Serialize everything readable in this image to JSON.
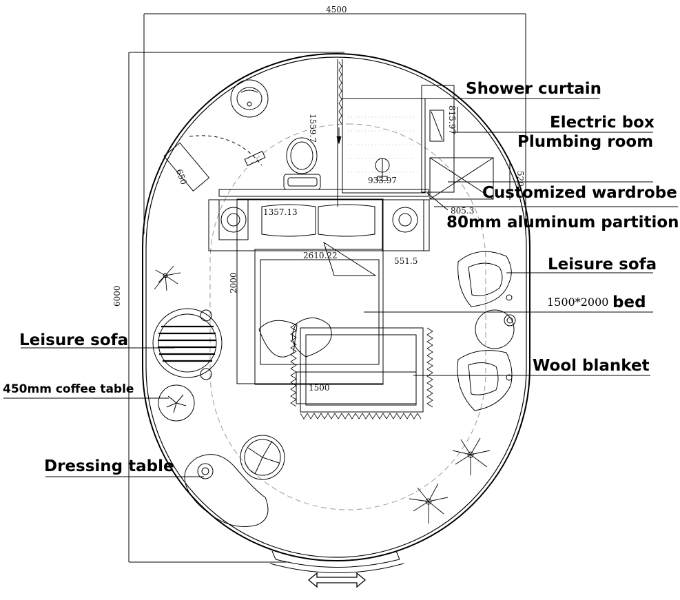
{
  "dimensions": {
    "width_total": "4500",
    "height_total": "6000",
    "shower_height": "1559.7",
    "electric_box": "815.97",
    "shower_width": "933.97",
    "wardrobe_depth": "520",
    "wardrobe_width": "805.3",
    "door_650": "650",
    "headboard": "1357.13",
    "bed_span": "2610.22",
    "nightstand": "551.5",
    "bed_length": "2000",
    "bed_width": "1500"
  },
  "labels": {
    "shower_curtain": "Shower curtain",
    "electric_box": "Electric box",
    "plumbing_room": "Plumbing room",
    "customized_wardrobe": "Customized wardrobe",
    "aluminum_partition": "80mm aluminum partition",
    "leisure_sofa_right": "Leisure sofa",
    "bed_size": "1500*2000",
    "bed": "bed",
    "wool_blanket": "Wool blanket",
    "leisure_sofa_left": "Leisure sofa",
    "coffee_table": "450mm coffee table",
    "dressing_table": "Dressing table"
  },
  "icons": [
    "sink-icon",
    "toilet-icon",
    "shower-icon",
    "plant-icon",
    "door-arrow-icon"
  ]
}
